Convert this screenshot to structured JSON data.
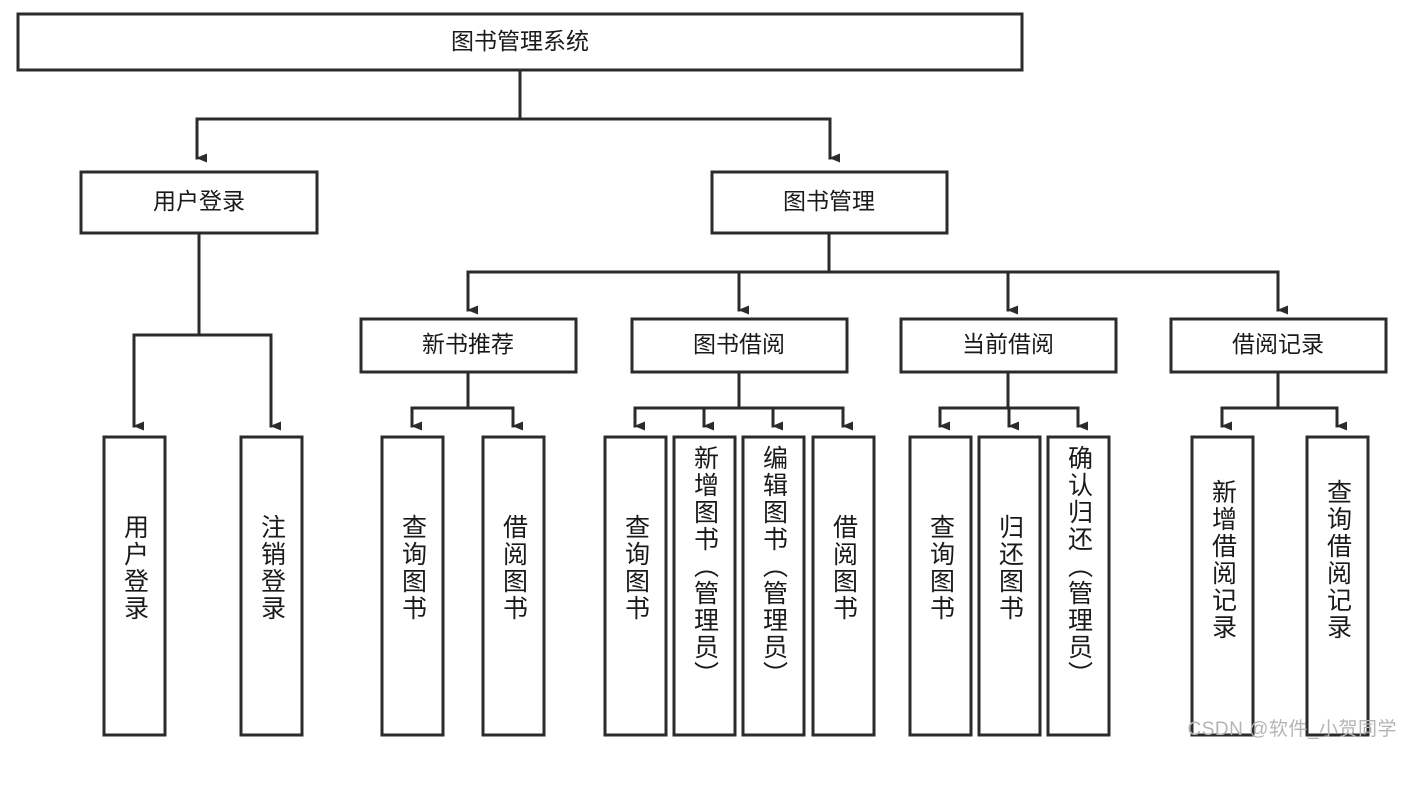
{
  "diagram": {
    "title": "图书管理系统",
    "type": "tree",
    "root": {
      "label": "图书管理系统",
      "orientation": "horizontal"
    },
    "level2": [
      {
        "label": "用户登录",
        "orientation": "horizontal"
      },
      {
        "label": "图书管理",
        "orientation": "horizontal"
      }
    ],
    "level3": [
      {
        "label": "新书推荐",
        "orientation": "horizontal"
      },
      {
        "label": "图书借阅",
        "orientation": "horizontal"
      },
      {
        "label": "当前借阅",
        "orientation": "horizontal"
      },
      {
        "label": "借阅记录",
        "orientation": "horizontal"
      }
    ],
    "leaves": {
      "user_login": [
        {
          "label": "用户登录",
          "orientation": "vertical"
        },
        {
          "label": "注销登录",
          "orientation": "vertical"
        }
      ],
      "new_book_recommend": [
        {
          "label": "查询图书",
          "orientation": "vertical"
        },
        {
          "label": "借阅图书",
          "orientation": "vertical"
        }
      ],
      "book_borrow": [
        {
          "label": "查询图书",
          "orientation": "vertical"
        },
        {
          "label": "新增图书（管理员）",
          "orientation": "vertical"
        },
        {
          "label": "编辑图书（管理员）",
          "orientation": "vertical"
        },
        {
          "label": "借阅图书",
          "orientation": "vertical"
        }
      ],
      "current_borrow": [
        {
          "label": "查询图书",
          "orientation": "vertical"
        },
        {
          "label": "归还图书",
          "orientation": "vertical"
        },
        {
          "label": "确认归还（管理员）",
          "orientation": "vertical"
        }
      ],
      "borrow_record": [
        {
          "label": "新增借阅记录",
          "orientation": "vertical"
        },
        {
          "label": "查询借阅记录",
          "orientation": "vertical"
        }
      ]
    }
  },
  "watermark": {
    "text": "CSDN @软件_小贺同学"
  },
  "colors": {
    "background": "#ffffff",
    "box_fill": "#ffffff",
    "box_stroke": "#2b2b2b",
    "text": "#1a1a1a",
    "watermark": "#b4b4b4"
  }
}
